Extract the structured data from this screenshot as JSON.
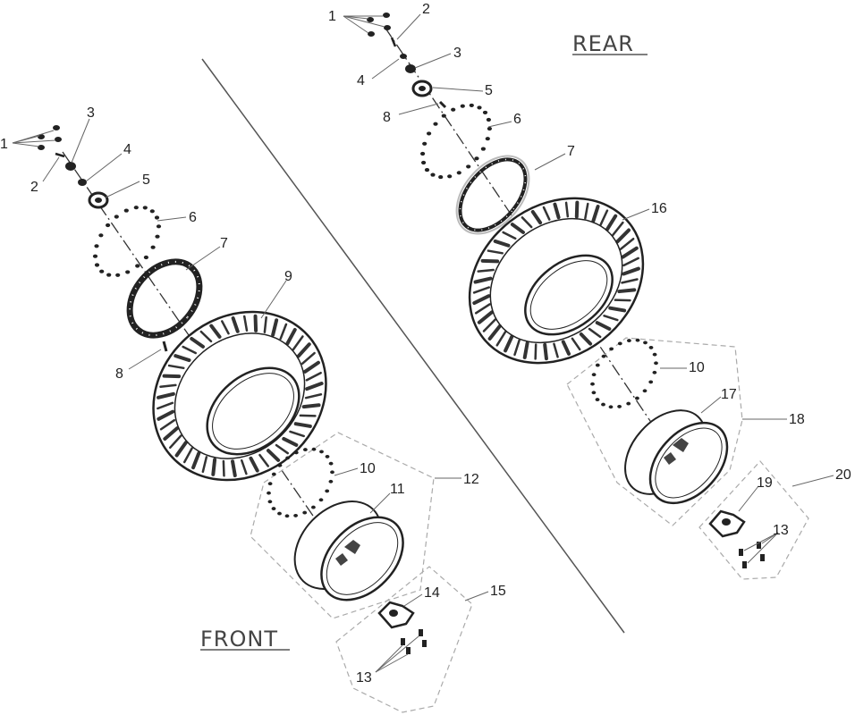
{
  "titles": {
    "rear": "REAR",
    "front": "FRONT"
  },
  "front_callouts": {
    "c1": "1",
    "c2": "2",
    "c3": "3",
    "c4": "4",
    "c5": "5",
    "c6": "6",
    "c7": "7",
    "c8": "8",
    "c9": "9",
    "c10": "10",
    "c11": "11",
    "c12": "12",
    "c13": "13",
    "c14": "14",
    "c15": "15"
  },
  "rear_callouts": {
    "c1": "1",
    "c2": "2",
    "c3": "3",
    "c4": "4",
    "c5": "5",
    "c6": "6",
    "c7": "7",
    "c8": "8",
    "c10": "10",
    "c13": "13",
    "c16": "16",
    "c17": "17",
    "c18": "18",
    "c19": "19",
    "c20": "20"
  },
  "colors": {
    "line": "#222222",
    "group_box": "#aaaaaa",
    "title": "#444444"
  }
}
